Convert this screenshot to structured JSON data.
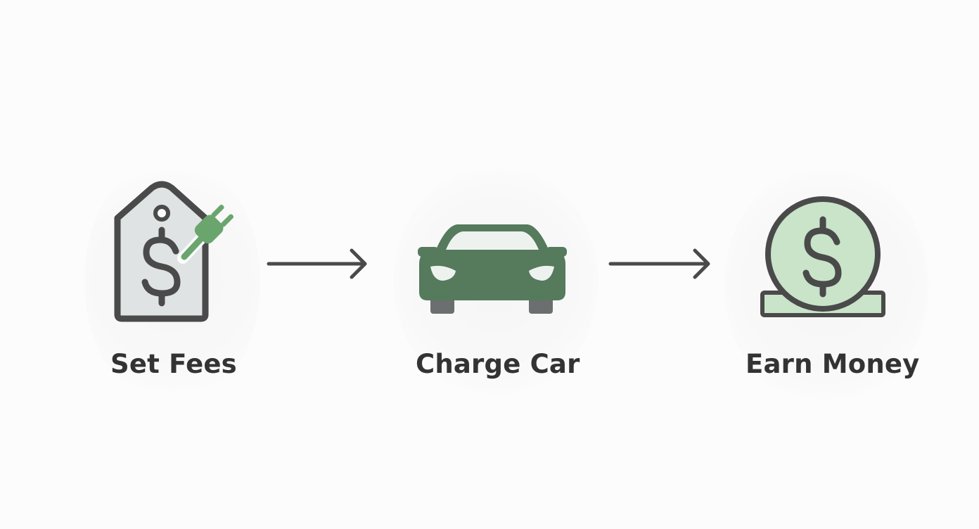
{
  "diagram": {
    "steps": [
      {
        "label": "Set Fees",
        "icon": "price-tag-plug-icon"
      },
      {
        "label": "Charge Car",
        "icon": "car-icon"
      },
      {
        "label": "Earn Money",
        "icon": "coin-stack-icon"
      }
    ],
    "arrows": [
      "arrow-right-icon",
      "arrow-right-icon"
    ]
  },
  "colors": {
    "dark_gray": "#4a4a4a",
    "dark_green": "#557a5c",
    "accent_green": "#6aa56d",
    "light_green": "#c9e4c9",
    "tag_fill": "#dfe3e3",
    "background": "#fcfcfc"
  }
}
